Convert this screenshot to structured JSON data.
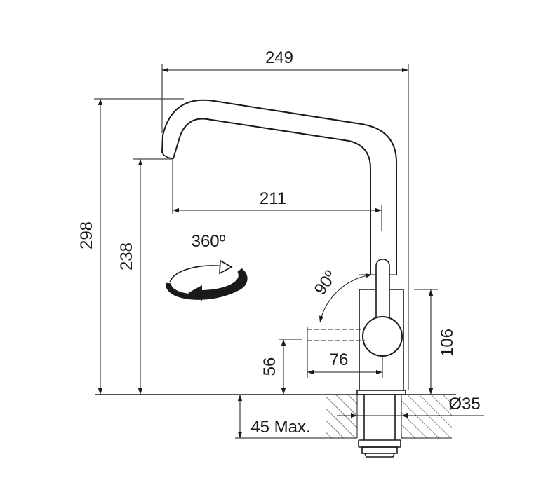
{
  "dimensions": {
    "overall_width": "249",
    "spout_reach": "211",
    "overall_height": "298",
    "spout_height": "238",
    "body_height": "106",
    "handle_height": "56",
    "handle_reach": "76",
    "hole_diameter": "Ø35",
    "deck_thickness": "45 Max."
  },
  "annotations": {
    "spout_rotation": "360º",
    "handle_rotation": "90º"
  },
  "colors": {
    "line": "#1a1a1a",
    "background": "#ffffff"
  }
}
